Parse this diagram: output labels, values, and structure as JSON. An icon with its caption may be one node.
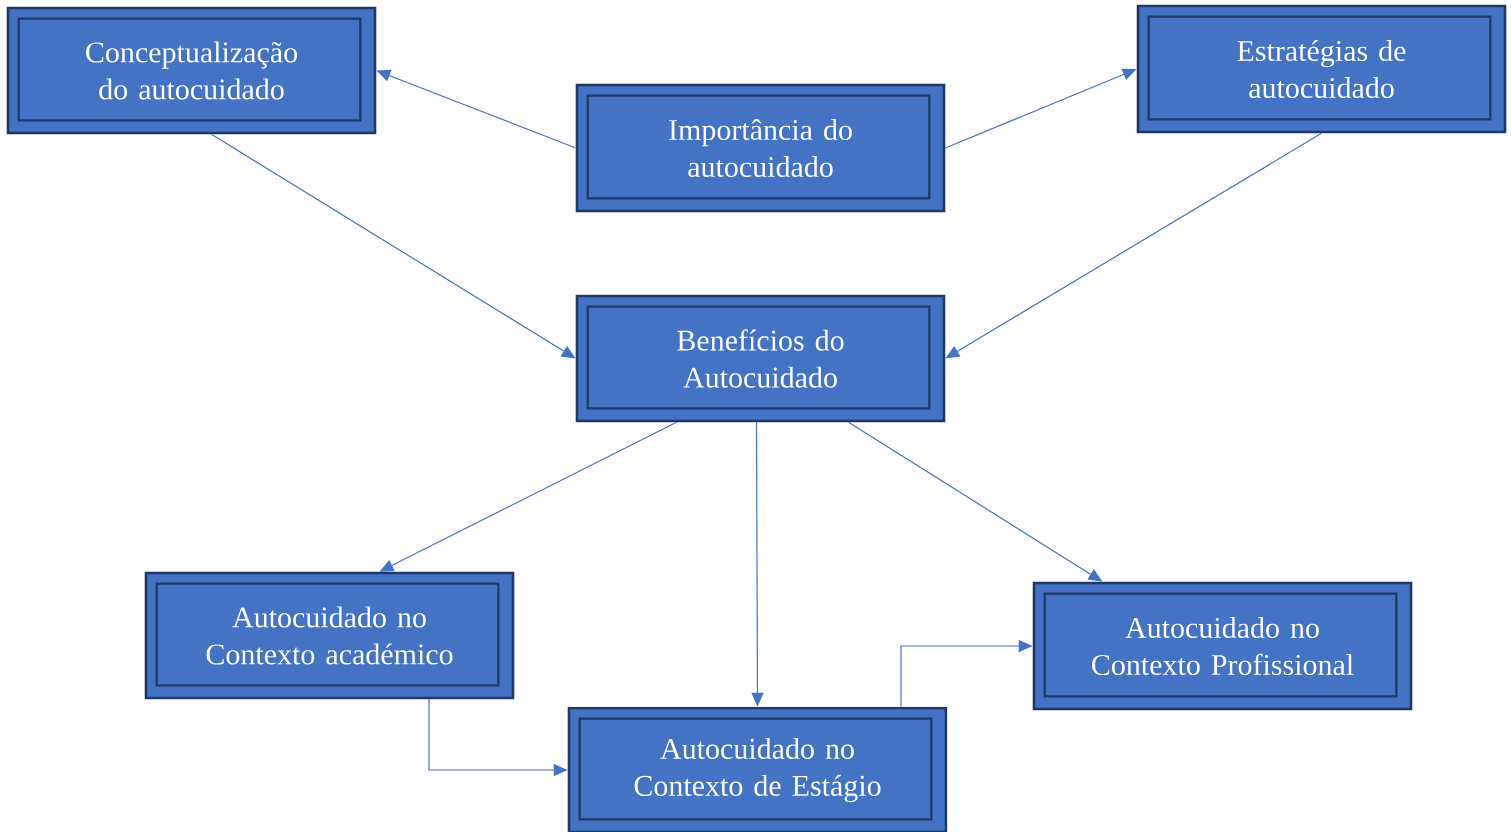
{
  "diagram": {
    "nodes": [
      {
        "text": [
          "Conceptualização do autocuidado"
        ]
      },
      {
        "text": [
          "Importância do autocuidado"
        ]
      },
      {
        "text": [
          "Estratégias de autocuidado"
        ]
      },
      {
        "text": [
          "Benefícios do Autocuidado"
        ]
      },
      {
        "text": [
          "Autocuidado no Contexto académico"
        ]
      },
      {
        "text": [
          "Autocuidado no Contexto de Estágio"
        ]
      },
      {
        "text": [
          "Autocuidado no Contexto Profissional"
        ]
      }
    ],
    "edges": [
      {
        "from": 1,
        "to": 0,
        "arrow": "to"
      },
      {
        "from": 1,
        "to": 2,
        "arrow": "to"
      },
      {
        "from": 0,
        "to": 3,
        "arrow": "to"
      },
      {
        "from": 2,
        "to": 3,
        "arrow": "to"
      },
      {
        "from": 3,
        "to": 4,
        "arrow": "to"
      },
      {
        "from": 3,
        "to": 5,
        "arrow": "to"
      },
      {
        "from": 3,
        "to": 6,
        "arrow": "to"
      },
      {
        "from": 4,
        "to": 5,
        "arrow": "to"
      },
      {
        "from": 5,
        "to": 6,
        "arrow": "to"
      }
    ]
  }
}
